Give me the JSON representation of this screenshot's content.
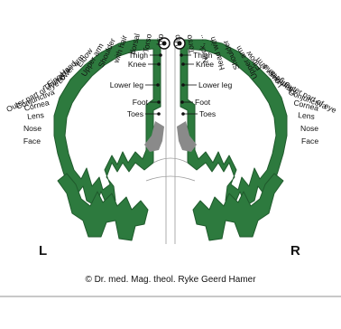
{
  "colors": {
    "cortex": "#2d7a3e",
    "cortex_edge": "#1f5a2c",
    "ventricle": "#8a8a8a",
    "text": "#111111",
    "rule": "#b5b5b5"
  },
  "side_labels": {
    "left": "L",
    "right": "R"
  },
  "copyright": "© Dr. med. Mag. theol. Ryke Geerd Hamer",
  "left_labels": {
    "hip": "Hip",
    "torso": "Torso",
    "dorsal": "dorsal",
    "with_hair": "with hair",
    "shoulder": "Shoulder",
    "upper_arm": "Upper arm",
    "elbow": "Elbow",
    "lower_arm": "Lower arm",
    "hand": "Hand",
    "fingers": "Fingers",
    "thumb": "Thumb",
    "outer_eye": "Outer part of eye",
    "conjunctiva": "Conjunctiva",
    "cornea": "Cornea",
    "lens": "Lens",
    "nose": "Nose",
    "face": "Face"
  },
  "right_labels": {
    "hip": "Hip",
    "torso": "Torso",
    "neck": "Neck, ...",
    "head_with": "Head with",
    "shoulder": "Shoulder",
    "upper_arm": "Upper arm",
    "elbow": "Elbow",
    "lower_arm": "Lower arm",
    "hand": "Hand",
    "fingers": "Fingers",
    "thumb": "Thumb",
    "outer_eye": "Outer part of eye",
    "conjunctiva": "Conjunctiva",
    "cornea": "Cornea",
    "lens": "Lens",
    "nose": "Nose",
    "face": "Face"
  },
  "inner_labels": {
    "thigh": "Thigh",
    "knee": "Knee",
    "lower_leg": "Lower leg",
    "foot": "Foot",
    "toes": "Toes"
  }
}
